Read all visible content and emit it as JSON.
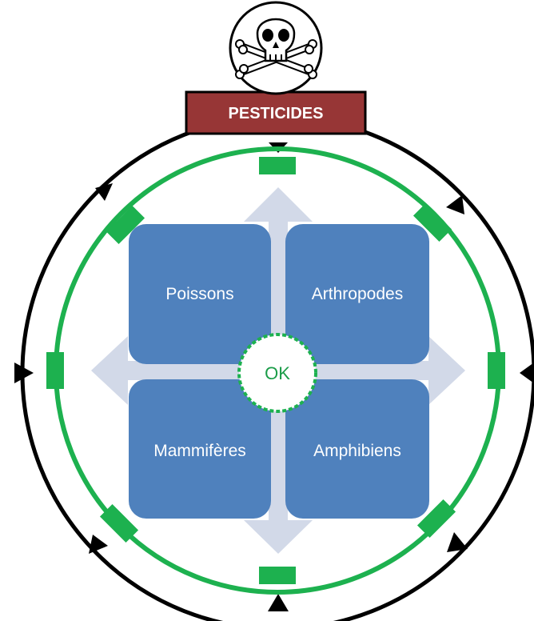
{
  "banner": {
    "label": "PESTICIDES",
    "icon": "skull-crossbones-icon",
    "fill_color": "#973636"
  },
  "quadrants": [
    {
      "id": "top-left",
      "label": "Poissons"
    },
    {
      "id": "top-right",
      "label": "Arthropodes"
    },
    {
      "id": "bottom-left",
      "label": "Mammifères"
    },
    {
      "id": "bottom-right",
      "label": "Amphibiens"
    }
  ],
  "center": {
    "label": "OK"
  },
  "colors": {
    "quadrant_fill": "#4f81bd",
    "ring_green": "#1db14f",
    "outer_ring": "#000000",
    "arrows": "#d2d9e8",
    "center_text": "#1a9c48"
  }
}
